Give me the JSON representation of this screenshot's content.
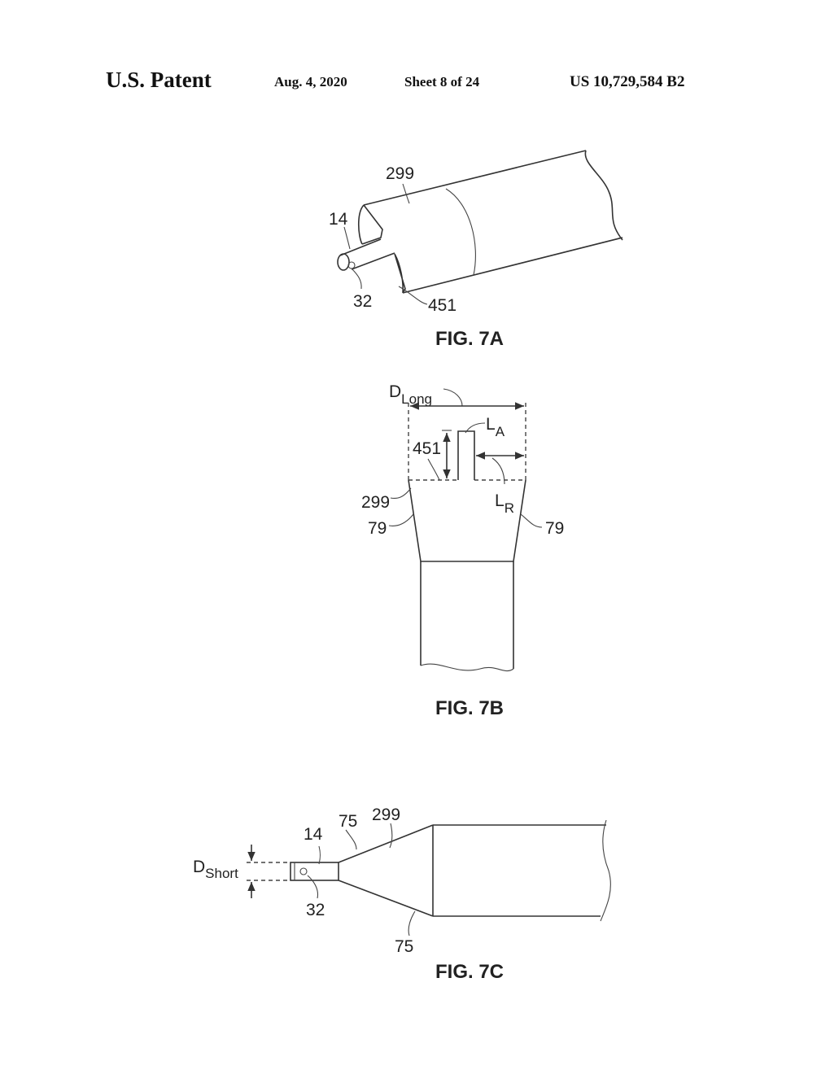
{
  "header": {
    "title": "U.S. Patent",
    "date": "Aug. 4, 2020",
    "sheet": "Sheet 8 of 24",
    "patent_number": "US 10,729,584 B2"
  },
  "fig7a": {
    "caption": "FIG. 7A",
    "labels": {
      "sheath": "299",
      "rod": "14",
      "hole": "32",
      "slot": "451"
    }
  },
  "fig7b": {
    "caption": "FIG. 7B",
    "labels": {
      "d_main": "D",
      "d_sub": "Long",
      "slot": "451",
      "la_main": "L",
      "la_sub": "A",
      "lr_main": "L",
      "lr_sub": "R",
      "sheath": "299",
      "edge_left": "79",
      "edge_right": "79"
    }
  },
  "fig7c": {
    "caption": "FIG. 7C",
    "labels": {
      "d_main": "D",
      "d_sub": "Short",
      "rod": "14",
      "cone_top": "75",
      "sheath": "299",
      "hole": "32",
      "cone_bottom": "75"
    }
  }
}
